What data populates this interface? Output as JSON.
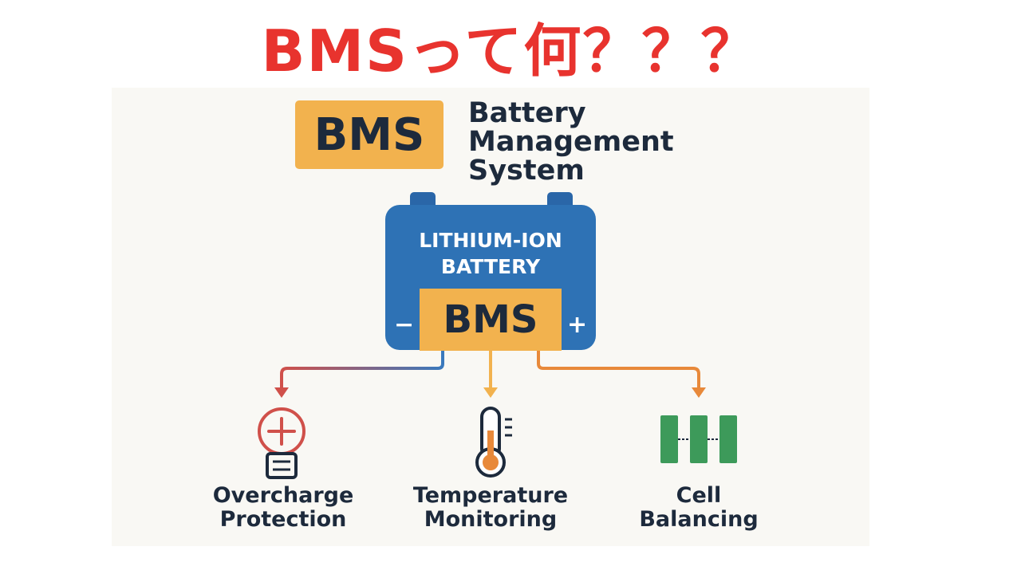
{
  "headline": "BMSって何？？？",
  "badge": "BMS",
  "full_name": [
    "Battery",
    "Management",
    "System"
  ],
  "battery": {
    "label_line1": "LITHIUM-ION",
    "label_line2": "BATTERY",
    "module": "BMS",
    "negative": "−",
    "positive": "+"
  },
  "features": [
    {
      "line1": "Overcharge",
      "line2": "Protection",
      "icon": "overcharge-icon"
    },
    {
      "line1": "Temperature",
      "line2": "Monitoring",
      "icon": "thermometer-icon"
    },
    {
      "line1": "Cell",
      "line2": "Balancing",
      "icon": "cell-balancing-icon"
    }
  ],
  "colors": {
    "headline": "#e8332e",
    "bms_yellow": "#f2b24e",
    "battery_blue": "#2e72b5",
    "text_dark": "#1d2a3c",
    "protection_red": "#d0504a",
    "temperature_orange": "#e8893a",
    "cell_green": "#3d9a5a"
  }
}
